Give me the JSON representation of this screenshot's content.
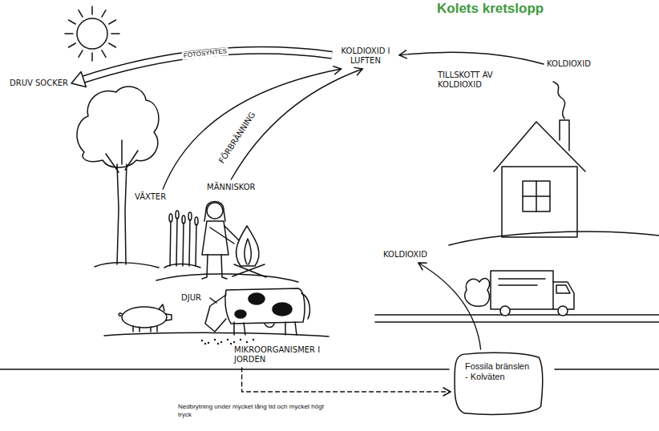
{
  "diagram": {
    "title": "Kolets kretslopp",
    "nodes": [
      {
        "text": [
          "KOLDIOXID I LUFTEN"
        ]
      },
      {
        "text": [
          "KOLDIOXID"
        ]
      },
      {
        "text": [
          "DRUV SOCKER"
        ]
      },
      {
        "text": [
          "VÄXTER"
        ]
      },
      {
        "text": [
          "MÄNNISKOR"
        ]
      },
      {
        "text": [
          "KOLDIOXID"
        ]
      },
      {
        "text": [
          "DJUR"
        ]
      },
      {
        "text": [
          "MIKROORGANISMER I JORDEN"
        ]
      },
      {
        "text": [
          "Fossila bränslen - Kolväten"
        ]
      }
    ],
    "edges": [
      {
        "from": 0,
        "to": 2,
        "label": "FOTOSYNTES",
        "arrow": "to"
      },
      {
        "from": 3,
        "to": 0,
        "arrow": "to"
      },
      {
        "from": 4,
        "to": 0,
        "label": "FÖRBRÄNNING",
        "arrow": "to"
      },
      {
        "from": 1,
        "to": 0,
        "label": "TILLSKOTT AV KOLDIOXID",
        "arrow": "to"
      },
      {
        "from": 8,
        "to": 5,
        "arrow": "to"
      },
      {
        "from": 7,
        "to": 8,
        "label": "Nedbrytning under mycket lång tid och mycket högt tryck",
        "arrow": "to"
      }
    ]
  }
}
